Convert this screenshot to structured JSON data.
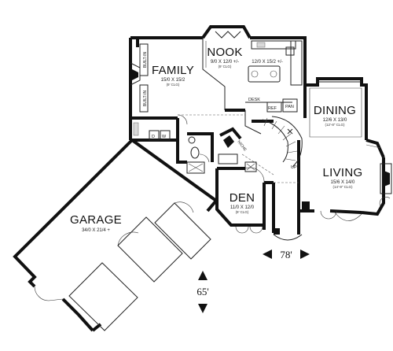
{
  "rooms": {
    "nook": {
      "name": "NOOK",
      "dims": "9/0 X 12/0 +/-",
      "clg": "(9' CLG)"
    },
    "family": {
      "name": "FAMILY",
      "dims": "15/0 X 15/2",
      "clg": "(9' CLG)"
    },
    "kitchen": {
      "dims": "12/0 X 15/2 +/-"
    },
    "dining": {
      "name": "DINING",
      "dims": "12/6 X 13/0",
      "clg": "(12'-8\" CLG)"
    },
    "living": {
      "name": "LIVING",
      "dims": "15/6 X 14/0",
      "clg": "(14'-9\" CLG)"
    },
    "den": {
      "name": "DEN",
      "dims": "11/0 X 12/0",
      "clg": "(9' CLG)"
    },
    "garage": {
      "name": "GARAGE",
      "dims": "34/0 X 21/4 +"
    }
  },
  "labels": {
    "built_in_1": "BUILT-IN",
    "built_in_2": "BUILT-IN",
    "desk": "DESK",
    "ref": "REF",
    "pan": "PAN",
    "niche": "NICHE",
    "up": "UP",
    "dn": "D",
    "w": "W"
  },
  "dimensions": {
    "width": "78'",
    "depth": "65'"
  }
}
